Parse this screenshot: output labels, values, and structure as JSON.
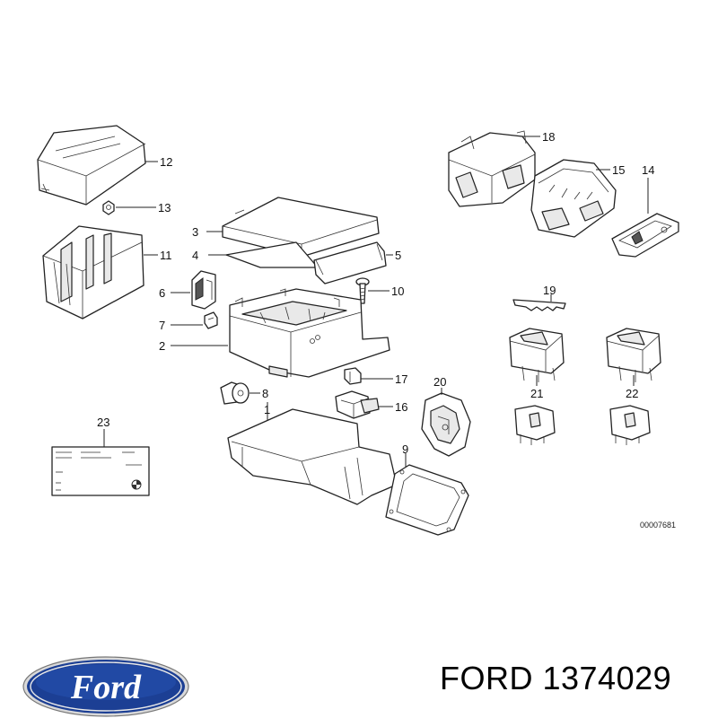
{
  "diagram": {
    "callouts": [
      {
        "id": "p1",
        "label": "1"
      },
      {
        "id": "p2",
        "label": "2"
      },
      {
        "id": "p3",
        "label": "3"
      },
      {
        "id": "p4",
        "label": "4"
      },
      {
        "id": "p5",
        "label": "5"
      },
      {
        "id": "p6",
        "label": "6"
      },
      {
        "id": "p7",
        "label": "7"
      },
      {
        "id": "p8",
        "label": "8"
      },
      {
        "id": "p9",
        "label": "9"
      },
      {
        "id": "p10",
        "label": "10"
      },
      {
        "id": "p11",
        "label": "11"
      },
      {
        "id": "p12",
        "label": "12"
      },
      {
        "id": "p13",
        "label": "13"
      },
      {
        "id": "p14",
        "label": "14"
      },
      {
        "id": "p15",
        "label": "15"
      },
      {
        "id": "p16",
        "label": "16"
      },
      {
        "id": "p17",
        "label": "17"
      },
      {
        "id": "p18",
        "label": "18"
      },
      {
        "id": "p19",
        "label": "19"
      },
      {
        "id": "p20",
        "label": "20"
      },
      {
        "id": "p21",
        "label": "21"
      },
      {
        "id": "p22",
        "label": "22"
      },
      {
        "id": "p23",
        "label": "23"
      }
    ],
    "drawing_code": "00007681"
  },
  "brand": {
    "logo_text": "Ford",
    "caption": "FORD 1374029",
    "logo_color_outer": "#1c3f94",
    "logo_color_inner": "#2a5cc4"
  }
}
